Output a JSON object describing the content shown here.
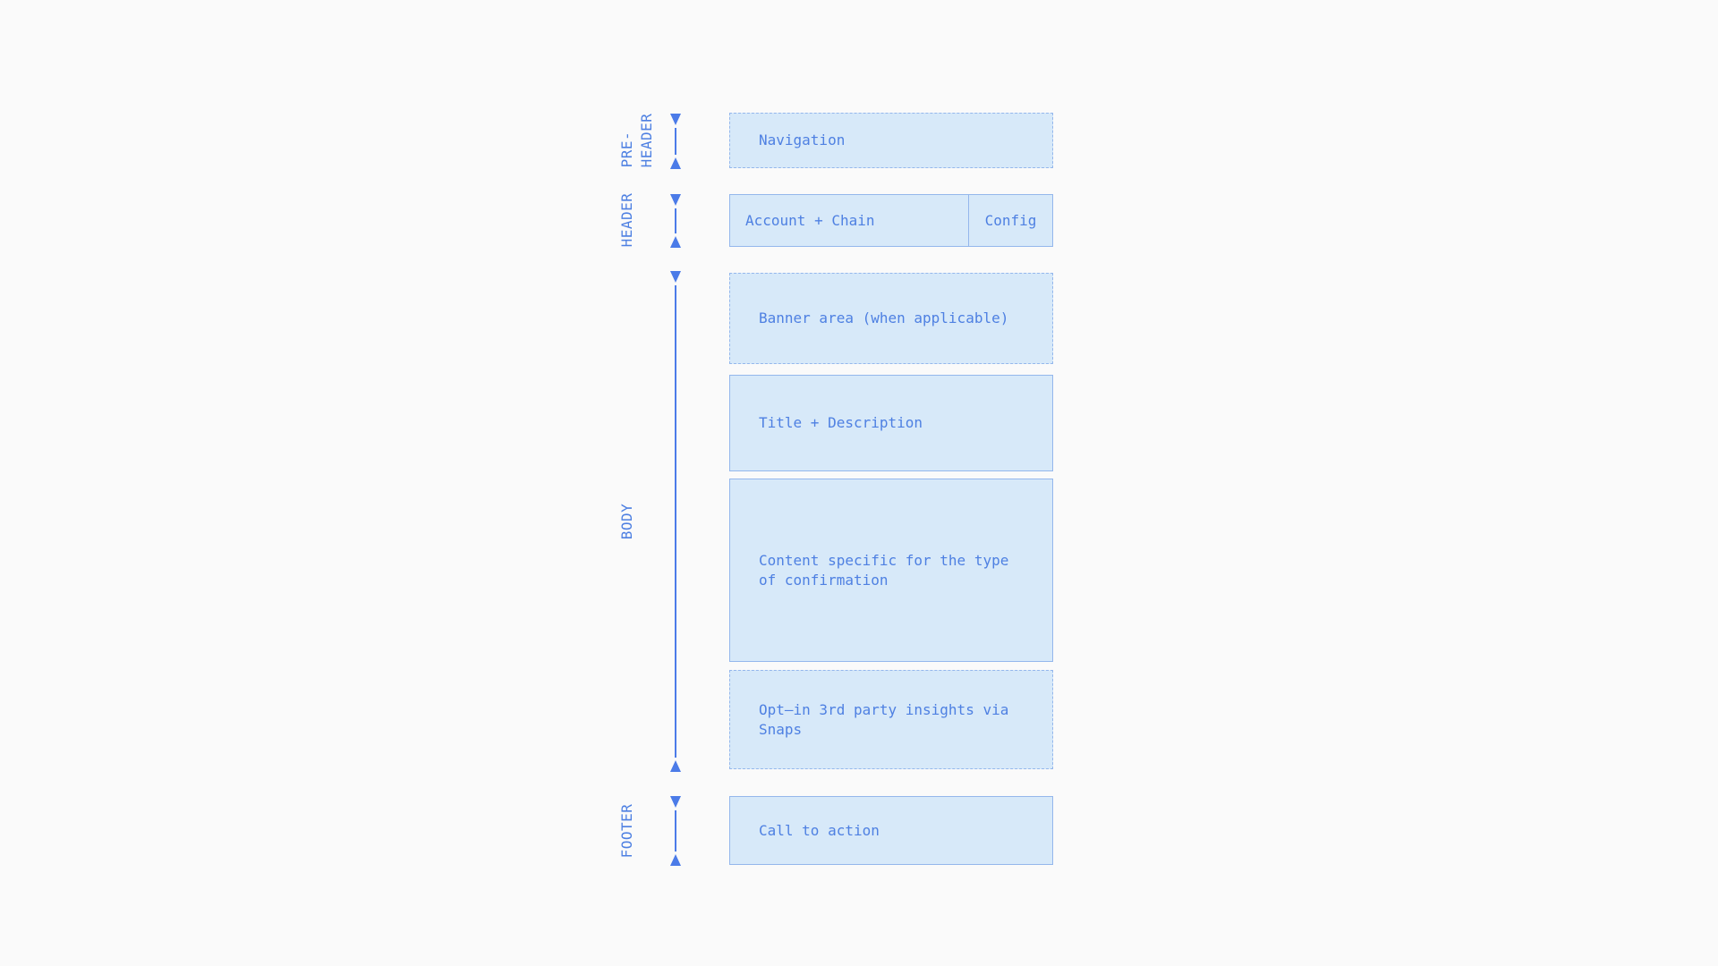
{
  "palette": {
    "background": "#fafafa",
    "box_fill": "#d7e9f9",
    "box_border": "#94b7ec",
    "text": "#4e80e2",
    "dimension_line": "#4b7be8"
  },
  "diagram": {
    "labels": {
      "pre_header": "PRE-\nHEADER",
      "header": "HEADER",
      "body": "BODY",
      "footer": "FOOTER"
    },
    "boxes": {
      "navigation": "Navigation",
      "account_chain": "Account + Chain",
      "config": "Config",
      "banner": "Banner area (when applicable)",
      "title_description": "Title + Description",
      "content": "Content specific for the type of confirmation",
      "opt_in": "Opt–in 3rd party insights via Snaps",
      "call_to_action": "Call to action"
    }
  }
}
